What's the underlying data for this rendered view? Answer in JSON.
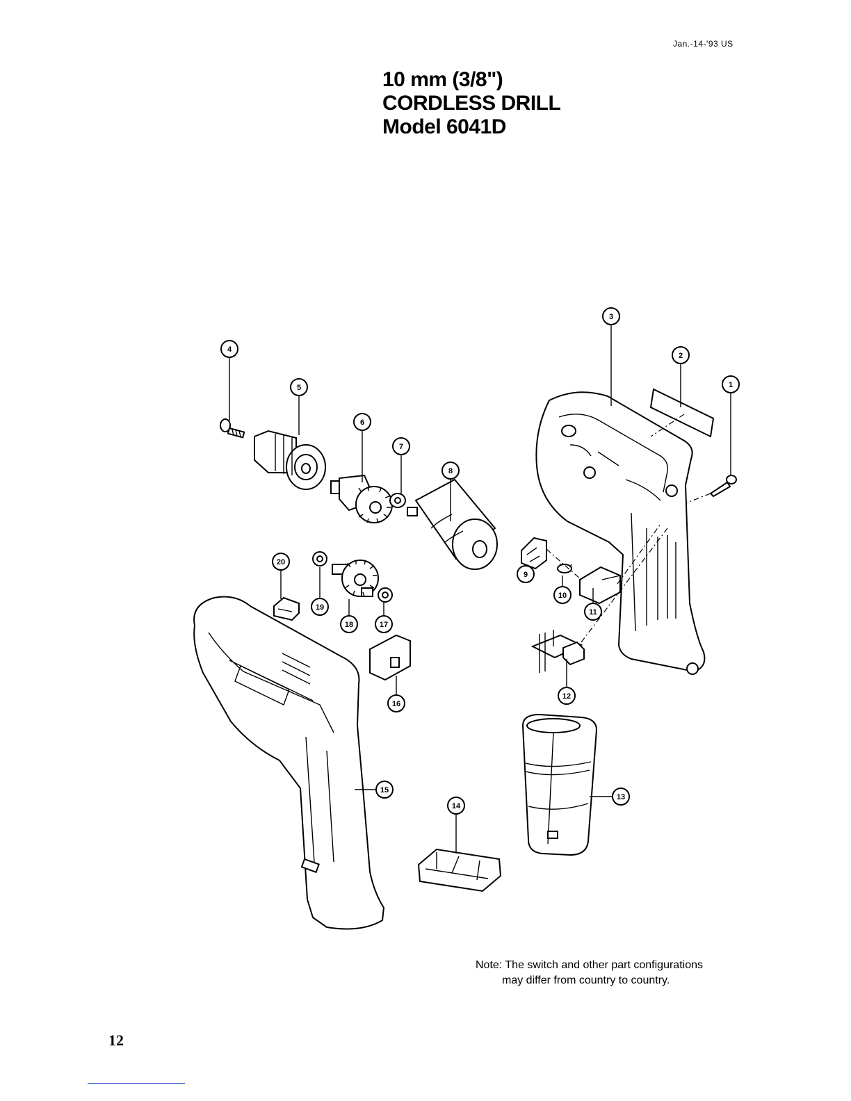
{
  "header": {
    "date": "Jan.-14-'93  US"
  },
  "title": {
    "line1": "10 mm (3/8\")",
    "line2": "CORDLESS DRILL",
    "line3": "Model 6041D"
  },
  "callouts": [
    "1",
    "2",
    "3",
    "4",
    "5",
    "6",
    "7",
    "8",
    "9",
    "10",
    "11",
    "12",
    "13",
    "14",
    "15",
    "16",
    "17",
    "18",
    "19",
    "20"
  ],
  "note": {
    "line1": "Note: The switch and other part configurations",
    "line2": "may differ from country to country."
  },
  "page_number": "12"
}
